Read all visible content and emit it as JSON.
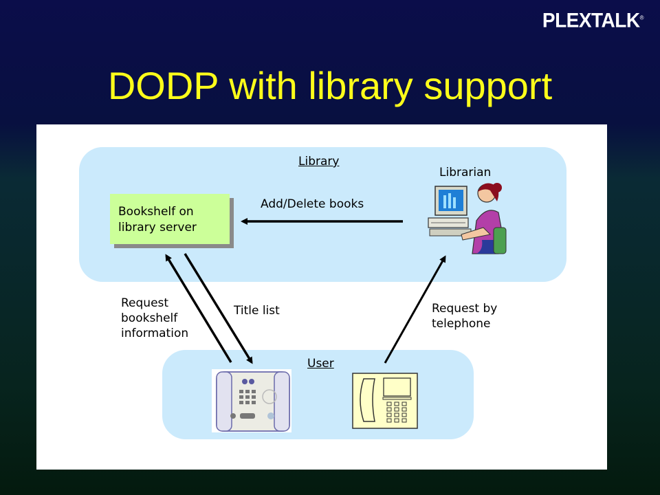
{
  "header": {
    "logo_text": "PLEXTALK",
    "logo_mark": "®",
    "title": "DODP with library support"
  },
  "diagram": {
    "library_label": "Library",
    "librarian_label": "Librarian",
    "bookshelf_label": "Bookshelf on\nlibrary server",
    "add_delete_label": "Add/Delete books",
    "request_bookshelf_label": "Request\nbookshelf\ninformation",
    "title_list_label": "Title list",
    "request_phone_label": "Request by\ntelephone",
    "user_label": "User"
  },
  "colors": {
    "background_top": "#0b0d4a",
    "title": "#ffff1a",
    "region": "#cbeafc",
    "bookshelf": "#ccff99"
  },
  "icons": [
    "librarian-computer-icon",
    "plextalk-player-icon",
    "telephone-icon"
  ]
}
